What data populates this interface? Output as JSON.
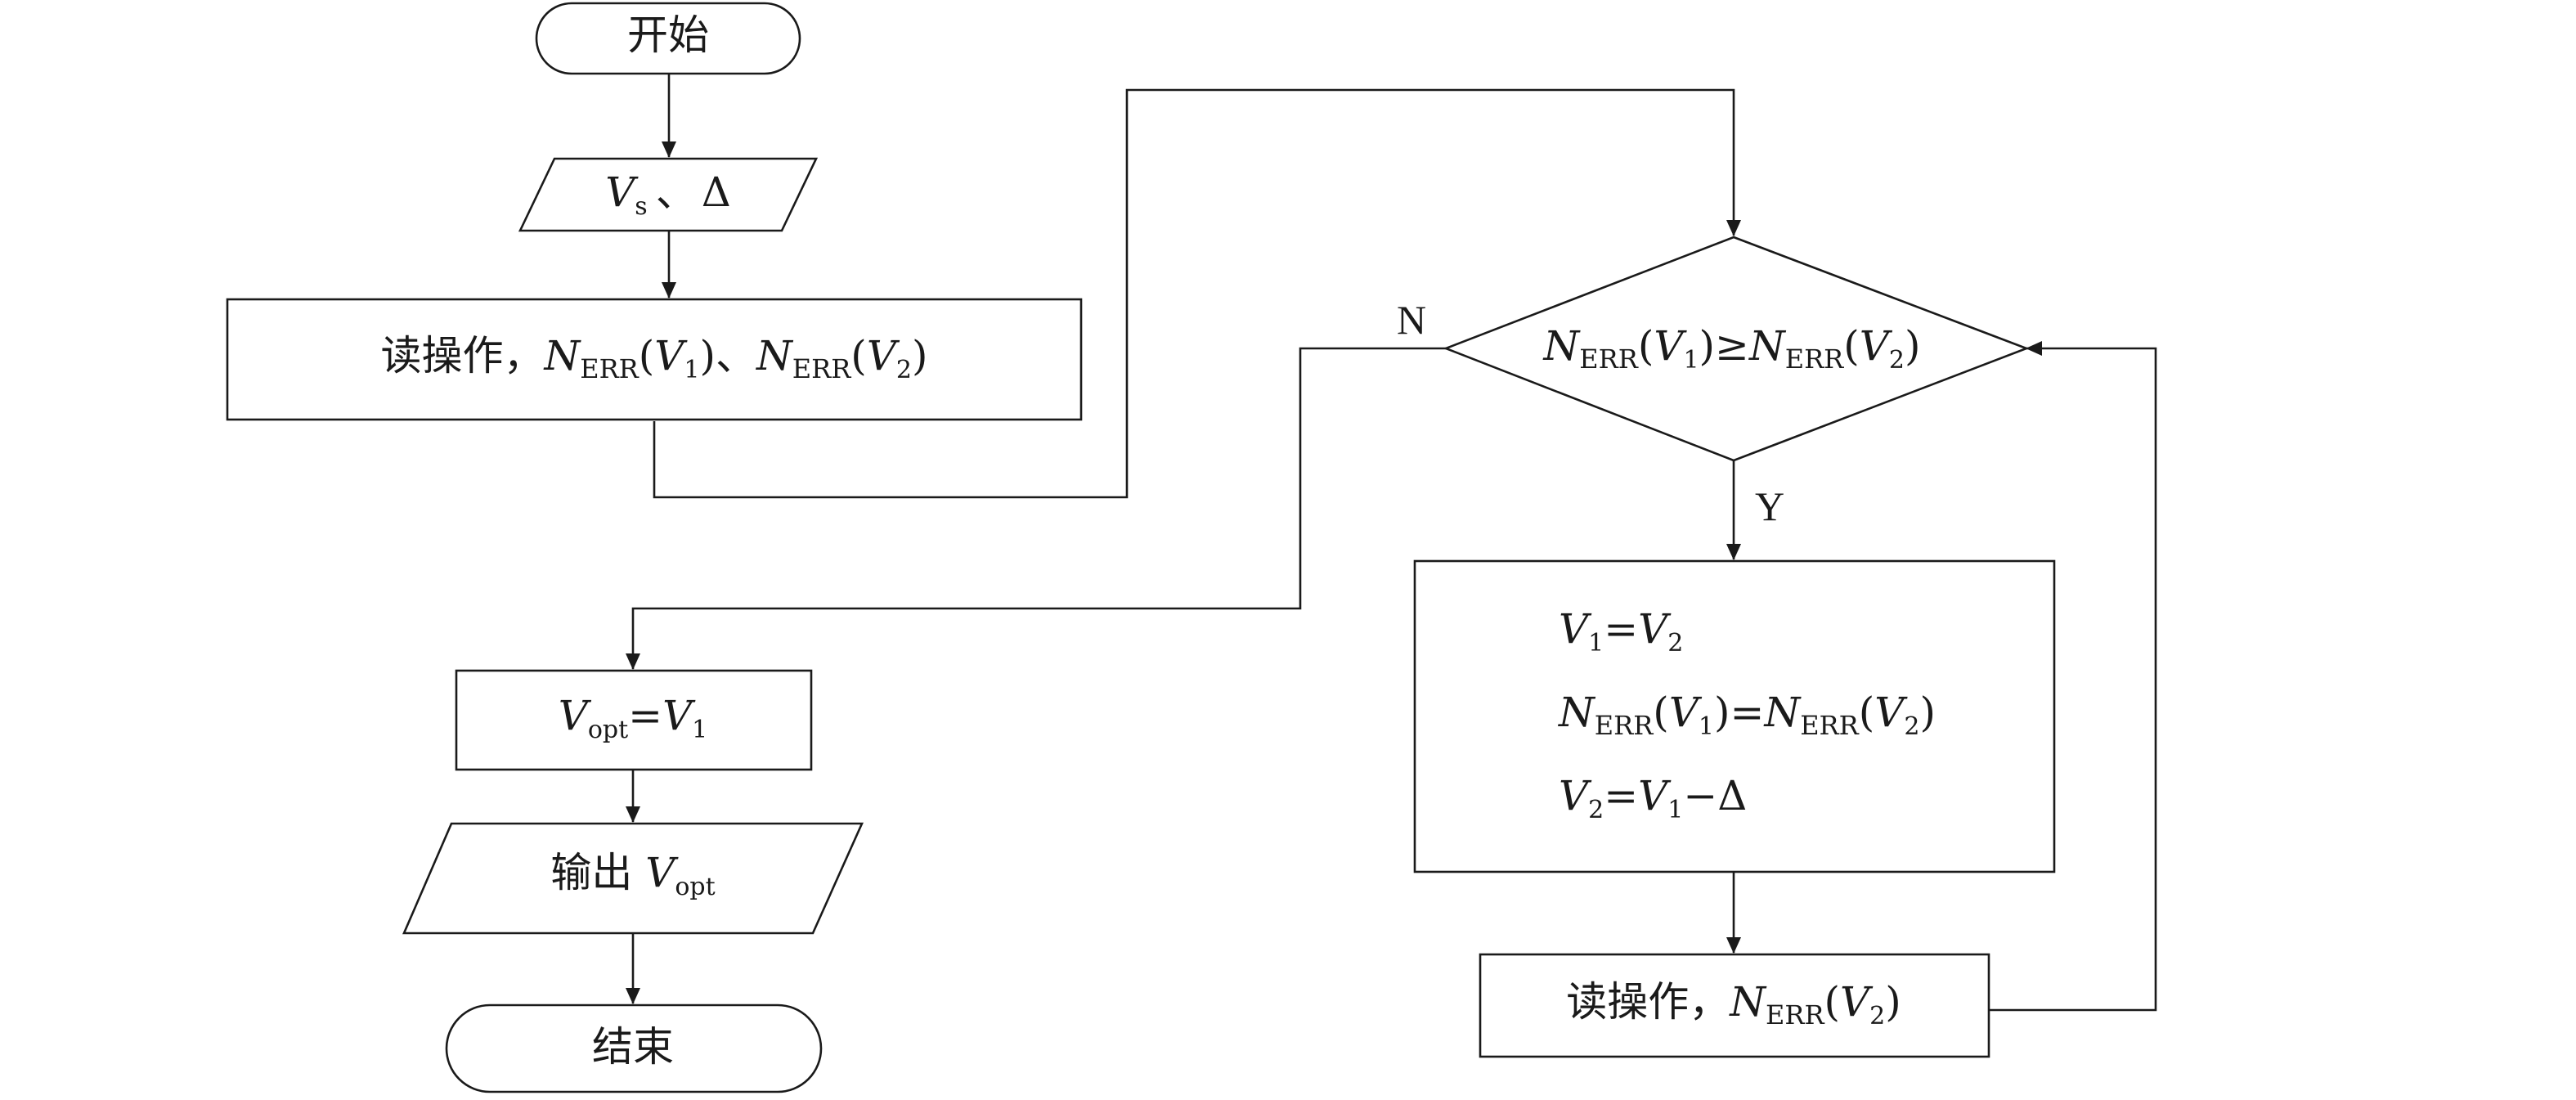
{
  "flowchart": {
    "start": {
      "label": "开始"
    },
    "input": {
      "var": "V",
      "var_sub": "s",
      "sep": "、",
      "delta": "Δ"
    },
    "read1": {
      "prefix": "读操作，",
      "n": "N",
      "err": "ERR",
      "lp": "(",
      "v": "V",
      "s1": "1",
      "rp": ")",
      "sep": "、",
      "s2": "2"
    },
    "decision": {
      "n": "N",
      "err": "ERR",
      "v": "V",
      "s1": "1",
      "s2": "2",
      "op": "≥"
    },
    "branch_no": "N",
    "branch_yes": "Y",
    "process": {
      "eq": "=",
      "minus": "−",
      "delta": "Δ"
    },
    "vopt_box": {
      "v": "V",
      "sub": "opt",
      "eq": "=",
      "v1": "V",
      "s1": "1"
    },
    "output": {
      "prefix": "输出 ",
      "v": "V",
      "sub": "opt"
    },
    "read2": {
      "prefix": "读操作，",
      "n": "N",
      "err": "ERR",
      "v": "V",
      "s2": "2"
    },
    "end": {
      "label": "结束"
    }
  }
}
